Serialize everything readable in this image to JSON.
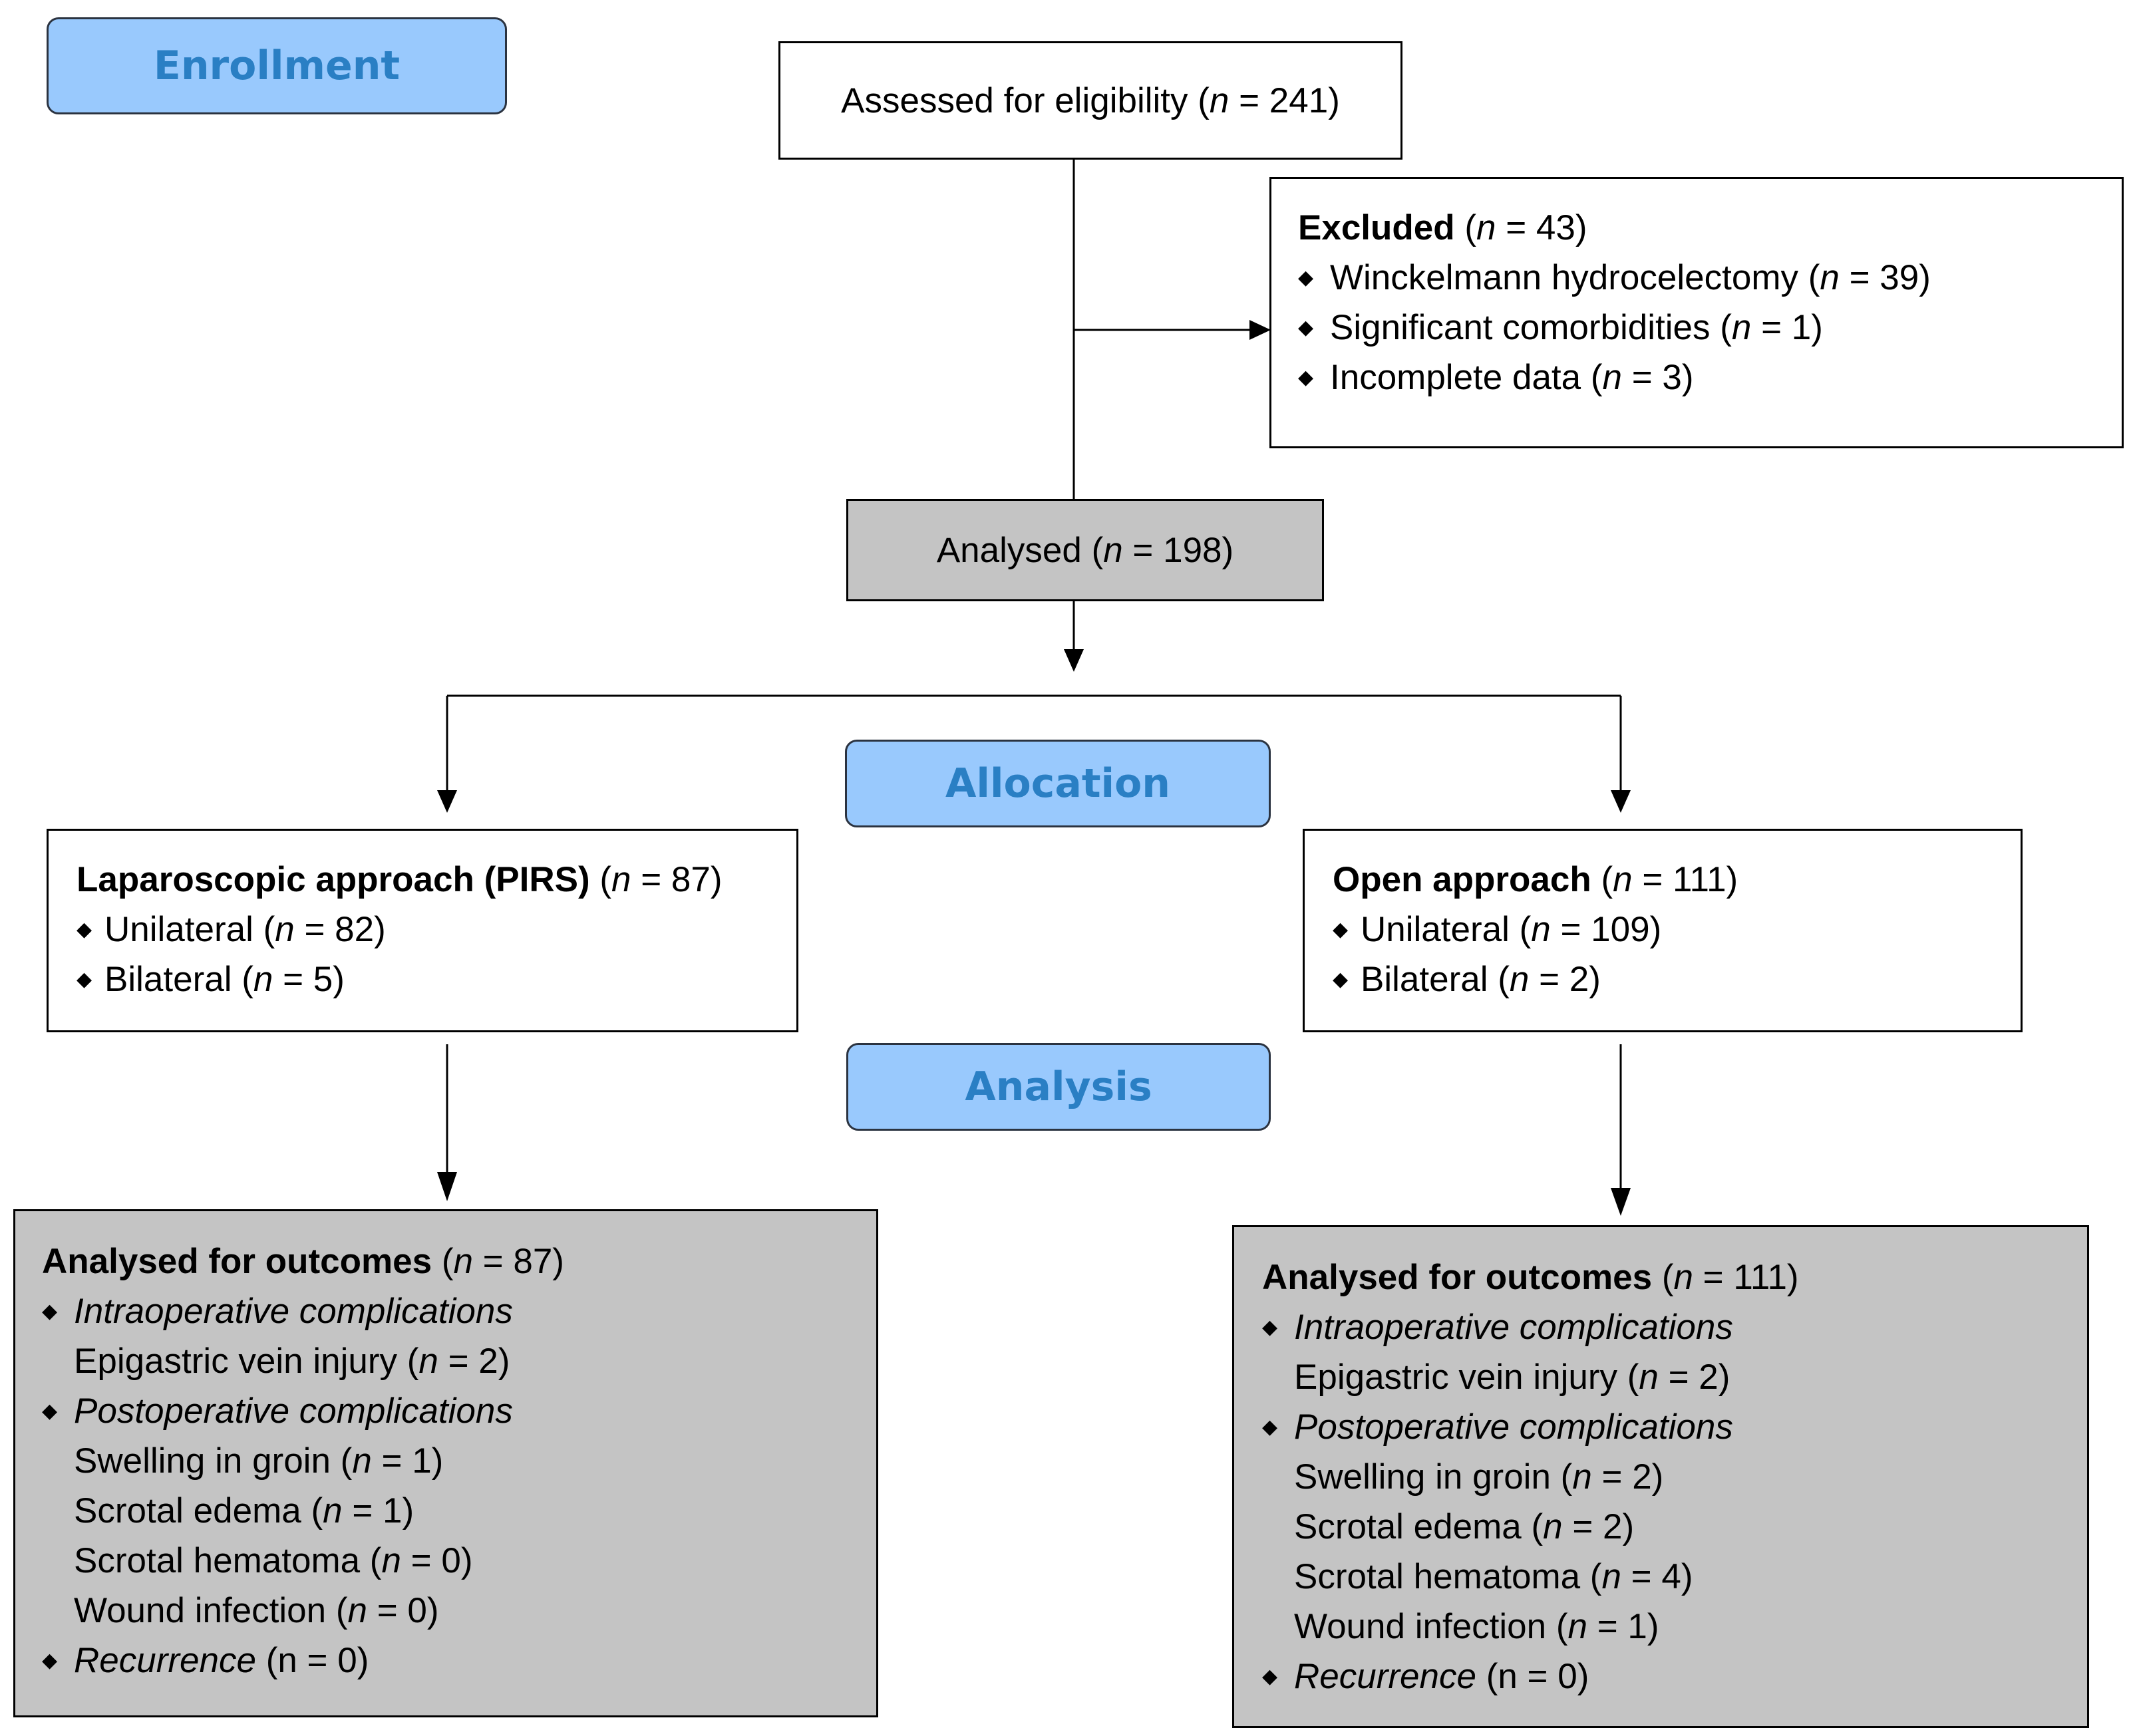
{
  "stages": {
    "enrollment": "Enrollment",
    "allocation": "Allocation",
    "analysis": "Analysis"
  },
  "colors": {
    "stage_fill": "#99c9fd",
    "stage_text": "#2a7fc4",
    "grey_box": "#c4c4c4"
  },
  "assessed": {
    "label": "Assessed for eligibility (",
    "n": "n",
    "eq": " = 241)"
  },
  "excluded": {
    "title": "Excluded",
    "title_count": " = 43)",
    "items": [
      {
        "label": "Winckelmann hydrocelectomy (",
        "count": " = 39)"
      },
      {
        "label": "Significant comorbidities (",
        "count": " = 1)"
      },
      {
        "label": "Incomplete data (",
        "count": " = 3)"
      }
    ]
  },
  "analysed": {
    "label": "Analysed (",
    "count": " = 198)"
  },
  "n_symbol": "n",
  "open_paren": " (",
  "bullet": "◆",
  "lap": {
    "title": "Laparoscopic approach (PIRS)",
    "title_count": " = 87)",
    "items": [
      {
        "label": "Unilateral (",
        "count": " = 82)"
      },
      {
        "label": "Bilateral (",
        "count": " = 5)"
      }
    ]
  },
  "open": {
    "title": "Open approach",
    "title_count": " = 111)",
    "items": [
      {
        "label": "Unilateral (",
        "count": " = 109)"
      },
      {
        "label": "Bilateral (",
        "count": " = 2)"
      }
    ]
  },
  "outcomes_left": {
    "title": "Analysed for outcomes",
    "title_count": " = 87)",
    "intra_heading": "Intraoperative complications",
    "intra_items": [
      {
        "label": "Epigastric vein injury (",
        "count": " = 2)"
      }
    ],
    "post_heading": "Postoperative complications",
    "post_items": [
      {
        "label": "Swelling in groin (",
        "count": " = 1)"
      },
      {
        "label": "Scrotal edema (",
        "count": " = 1)"
      },
      {
        "label": "Scrotal hematoma (",
        "count": " = 0)"
      },
      {
        "label": "Wound infection (",
        "count": " = 0)"
      }
    ],
    "recurrence_heading": "Recurrence",
    "recurrence_value": " (n = 0)"
  },
  "outcomes_right": {
    "title": "Analysed for outcomes",
    "title_count": " = 111)",
    "intra_heading": "Intraoperative complications",
    "intra_items": [
      {
        "label": "Epigastric vein injury (",
        "count": " = 2)"
      }
    ],
    "post_heading": "Postoperative complications",
    "post_items": [
      {
        "label": "Swelling in groin (",
        "count": " = 2)"
      },
      {
        "label": "Scrotal edema (",
        "count": " = 2)"
      },
      {
        "label": "Scrotal hematoma (",
        "count": " = 4)"
      },
      {
        "label": "Wound infection (",
        "count": " = 1)"
      }
    ],
    "recurrence_heading": "Recurrence",
    "recurrence_value": " (n = 0)"
  }
}
